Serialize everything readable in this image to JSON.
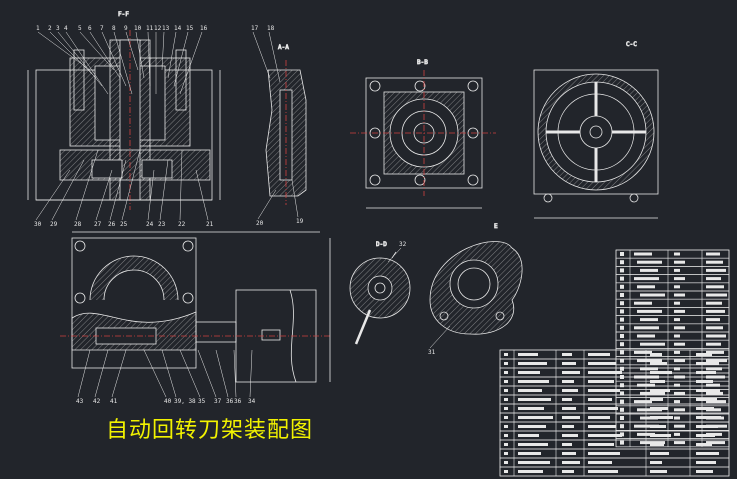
{
  "title": "自动回转刀架装配图",
  "section_labels": {
    "front": "F-F",
    "a": "A-A",
    "b": "B-B",
    "c": "C-C",
    "d": "D-D",
    "e": "E"
  },
  "part_numbers_top": [
    "1",
    "2",
    "3",
    "4",
    "5",
    "6",
    "7",
    "8",
    "9",
    "10",
    "11",
    "12",
    "13",
    "14",
    "15",
    "16"
  ],
  "part_numbers_mid": [
    "30",
    "29",
    "28",
    "27",
    "26",
    "25",
    "24",
    "23",
    "22",
    "21"
  ],
  "part_numbers_side": [
    "17",
    "18",
    "20",
    "19"
  ],
  "part_numbers_bottom": [
    "43",
    "42",
    "41",
    "40",
    "39, 38",
    "35",
    "37",
    "36",
    "36",
    "34"
  ],
  "part_numbers_extra": [
    "32",
    "31"
  ],
  "colors": {
    "line": "#e8e8e8",
    "centerline": "#d04040",
    "hatch": "#c8c8c8",
    "title": "#f2f200"
  }
}
